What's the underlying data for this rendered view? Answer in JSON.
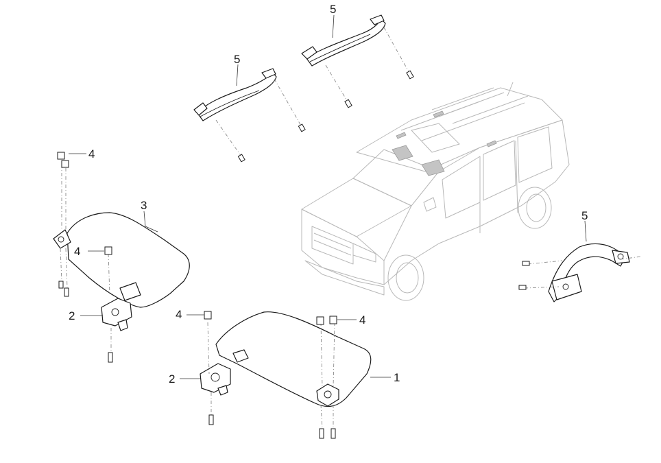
{
  "callouts": {
    "part_1": "1",
    "part_2_left": "2",
    "part_2_right": "2",
    "part_3": "3",
    "part_4_top": "4",
    "part_4_mid": "4",
    "part_4_low": "4",
    "part_4_right": "4",
    "part_5_left": "5",
    "part_5_top": "5",
    "part_5_right": "5"
  },
  "colors": {
    "line": "#1a1a1a",
    "vehicle_outline": "#b8b8b8",
    "highlight": "#c4c4c4"
  }
}
